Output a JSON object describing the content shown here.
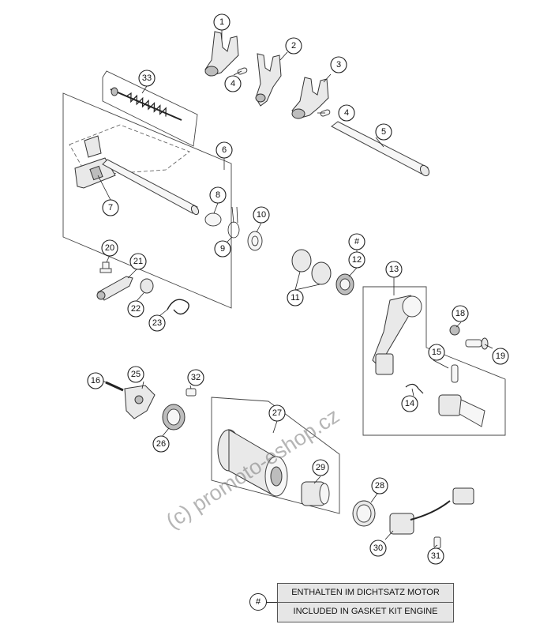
{
  "callouts": {
    "c1": "1",
    "c2": "2",
    "c3": "3",
    "c4a": "4",
    "c4b": "4",
    "c5": "5",
    "c6": "6",
    "c7": "7",
    "c8": "8",
    "c9": "9",
    "c10": "10",
    "c11": "11",
    "c12": "12",
    "c12hash": "#",
    "c13": "13",
    "c14": "14",
    "c15": "15",
    "c16": "16",
    "c18": "18",
    "c19": "19",
    "c20": "20",
    "c21": "21",
    "c22": "22",
    "c23": "23",
    "c25": "25",
    "c26": "26",
    "c27": "27",
    "c28": "28",
    "c29": "29",
    "c30": "30",
    "c31": "31",
    "c32": "32",
    "c33": "33"
  },
  "legend": {
    "mark": "#",
    "line1": "ENTHALTEN IM DICHTSATZ MOTOR",
    "line2": "INCLUDED IN GASKET KIT ENGINE"
  },
  "watermark": "(c) promoto-eshop.cz"
}
